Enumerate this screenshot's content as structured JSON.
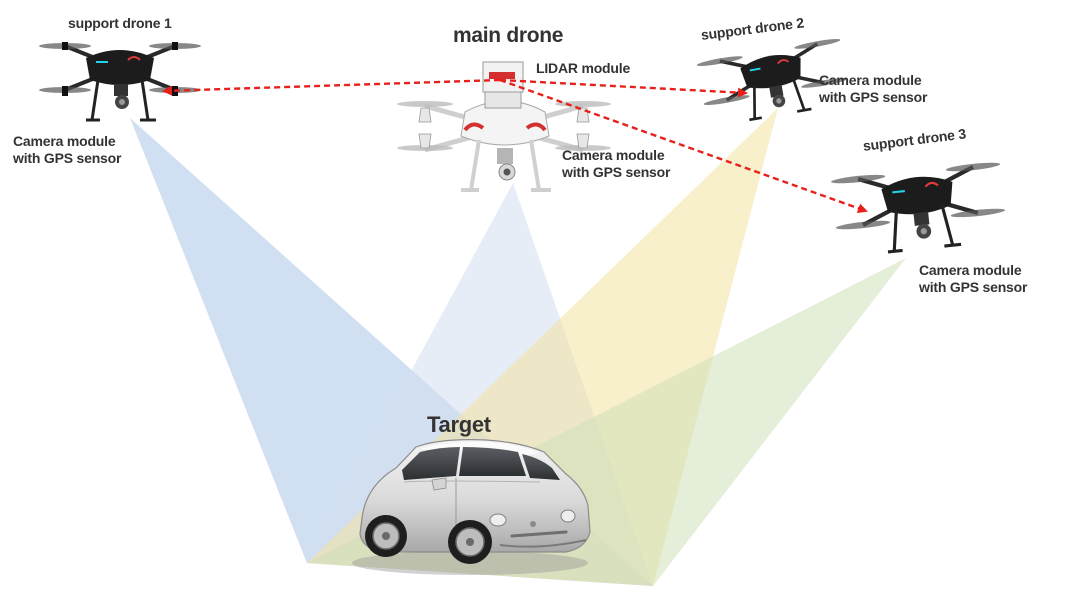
{
  "diagram": {
    "main_drone": {
      "title": "main drone",
      "lidar_label": "LIDAR module",
      "camera_line1": "Camera module",
      "camera_line2": "with GPS sensor"
    },
    "support_drone_1": {
      "title": "support drone 1",
      "camera_line1": "Camera module",
      "camera_line2": "with GPS sensor"
    },
    "support_drone_2": {
      "title": "support drone 2",
      "camera_line1": "Camera module",
      "camera_line2": "with GPS sensor"
    },
    "support_drone_3": {
      "title": "support drone 3",
      "camera_line1": "Camera module",
      "camera_line2": "with GPS sensor"
    },
    "target": {
      "title": "Target"
    },
    "colors": {
      "link_arrow": "#e8201c",
      "beam_support_1": "#a9c7e8",
      "beam_main": "#d3def0",
      "beam_support_2": "#f3e2a0",
      "beam_support_3": "#cfe0b8",
      "label_text": "#333333"
    },
    "icons": {
      "drone": "quadcopter-icon",
      "lidar": "lidar-sensor-icon",
      "camera": "gimbal-camera-icon",
      "target": "car-icon"
    }
  }
}
